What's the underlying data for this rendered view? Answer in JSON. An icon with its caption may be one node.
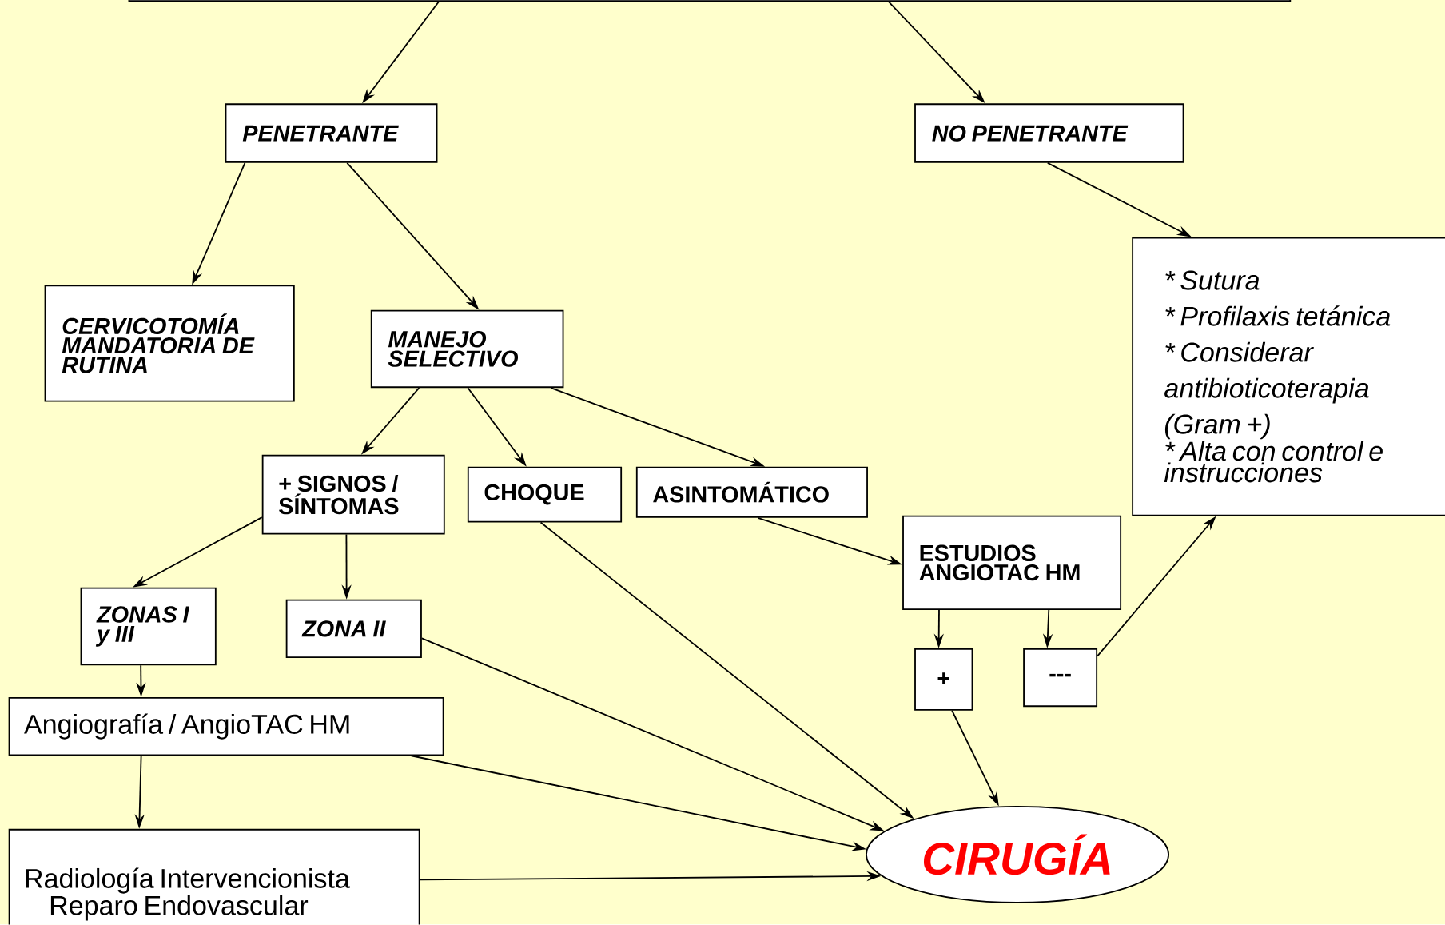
{
  "diagram": {
    "nodes": [
      {
        "text": [],
        "shape": "box"
      },
      {
        "text": [
          "PENETRANTE"
        ]
      },
      {
        "text": [
          "NO PENETRANTE"
        ]
      },
      {
        "text": [
          "CERVICOTOMÍA MANDATORIA DE RUTINA"
        ]
      },
      {
        "text": [
          "MANEJO SELECTIVO"
        ]
      },
      {
        "text": [
          "* Sutura",
          "* Profilaxis tetánica",
          "* Considerar antibioticoterapia (Gram +)",
          "* Alta con control e instrucciones"
        ]
      },
      {
        "text": [
          "+ SIGNOS / SÍNTOMAS"
        ]
      },
      {
        "text": [
          "CHOQUE"
        ]
      },
      {
        "text": [
          "ASINTOMÁTICO"
        ]
      },
      {
        "text": [
          "ESTUDIOS ANGIOTAC HM"
        ]
      },
      {
        "text": [
          "ZONAS I y III"
        ]
      },
      {
        "text": [
          "ZONA II"
        ]
      },
      {
        "text": [
          "+"
        ]
      },
      {
        "text": [
          "---"
        ]
      },
      {
        "text": [
          "Angiografía / AngioTAC HM"
        ]
      },
      {
        "text": [
          "Radiología Intervencionista",
          "Reparo Endovascular"
        ]
      },
      {
        "text": [
          "CIRUGÍA"
        ]
      }
    ],
    "edges": [
      {
        "from": 0,
        "to": 1,
        "arrow": "to"
      },
      {
        "from": 0,
        "to": 2,
        "arrow": "to"
      },
      {
        "from": 1,
        "to": 3,
        "arrow": "to"
      },
      {
        "from": 1,
        "to": 4,
        "arrow": "to"
      },
      {
        "from": 2,
        "to": 5,
        "arrow": "to"
      },
      {
        "from": 4,
        "to": 6,
        "arrow": "to"
      },
      {
        "from": 4,
        "to": 7,
        "arrow": "to"
      },
      {
        "from": 4,
        "to": 8,
        "arrow": "to"
      },
      {
        "from": 6,
        "to": 10,
        "arrow": "to"
      },
      {
        "from": 6,
        "to": 11,
        "arrow": "to"
      },
      {
        "from": 8,
        "to": 9,
        "arrow": "to"
      },
      {
        "from": 9,
        "to": 12,
        "arrow": "to"
      },
      {
        "from": 9,
        "to": 13,
        "arrow": "to"
      },
      {
        "from": 13,
        "to": 5,
        "arrow": "to"
      },
      {
        "from": 10,
        "to": 14,
        "arrow": "to"
      },
      {
        "from": 14,
        "to": 15,
        "arrow": "to"
      },
      {
        "from": 14,
        "to": 16,
        "arrow": "to"
      },
      {
        "from": 11,
        "to": 16,
        "arrow": "to"
      },
      {
        "from": 7,
        "to": 16,
        "arrow": "to"
      },
      {
        "from": 12,
        "to": 16,
        "arrow": "to"
      },
      {
        "from": 15,
        "to": 16,
        "arrow": "to"
      }
    ]
  }
}
